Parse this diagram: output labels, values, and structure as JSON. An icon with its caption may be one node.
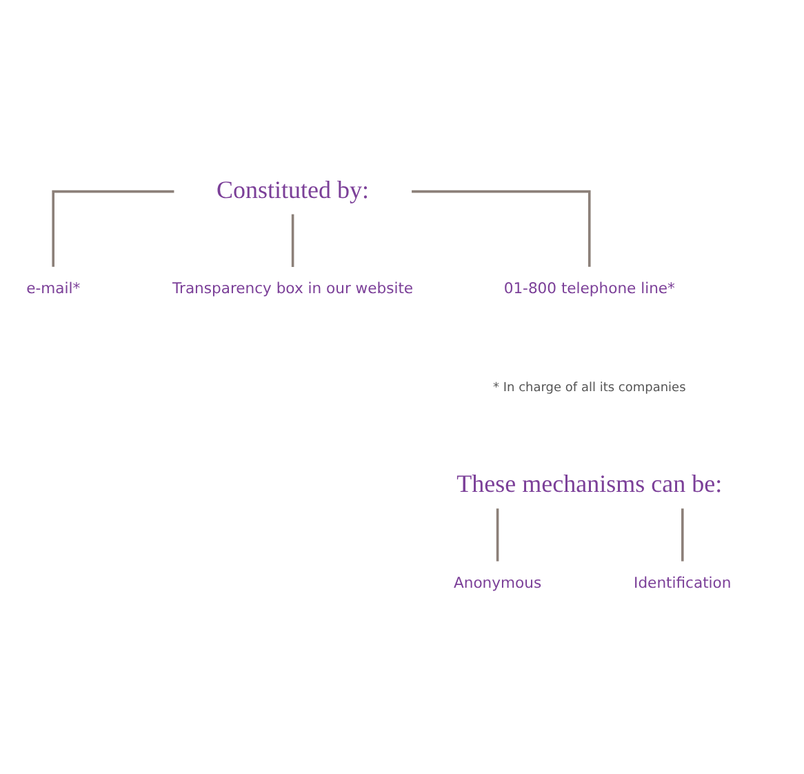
{
  "diagram": {
    "nodes": [
      {
        "text": [
          "Constituted by:"
        ]
      },
      {
        "text": [
          "e-mail*"
        ]
      },
      {
        "text": [
          "Transparency box in our website"
        ]
      },
      {
        "text": [
          "01-800 telephone line*"
        ]
      },
      {
        "text": [
          "These mechanisms can be:"
        ]
      },
      {
        "text": [
          "Anonymous"
        ]
      },
      {
        "text": [
          "Identification"
        ]
      }
    ],
    "edges": [
      {
        "from": 0,
        "to": 1,
        "arrow": "none"
      },
      {
        "from": 0,
        "to": 2,
        "arrow": "none"
      },
      {
        "from": 0,
        "to": 3,
        "arrow": "none"
      },
      {
        "from": 4,
        "to": 5,
        "arrow": "none"
      },
      {
        "from": 4,
        "to": 6,
        "arrow": "none"
      }
    ],
    "labels": [
      "* In charge of all its companies"
    ]
  }
}
